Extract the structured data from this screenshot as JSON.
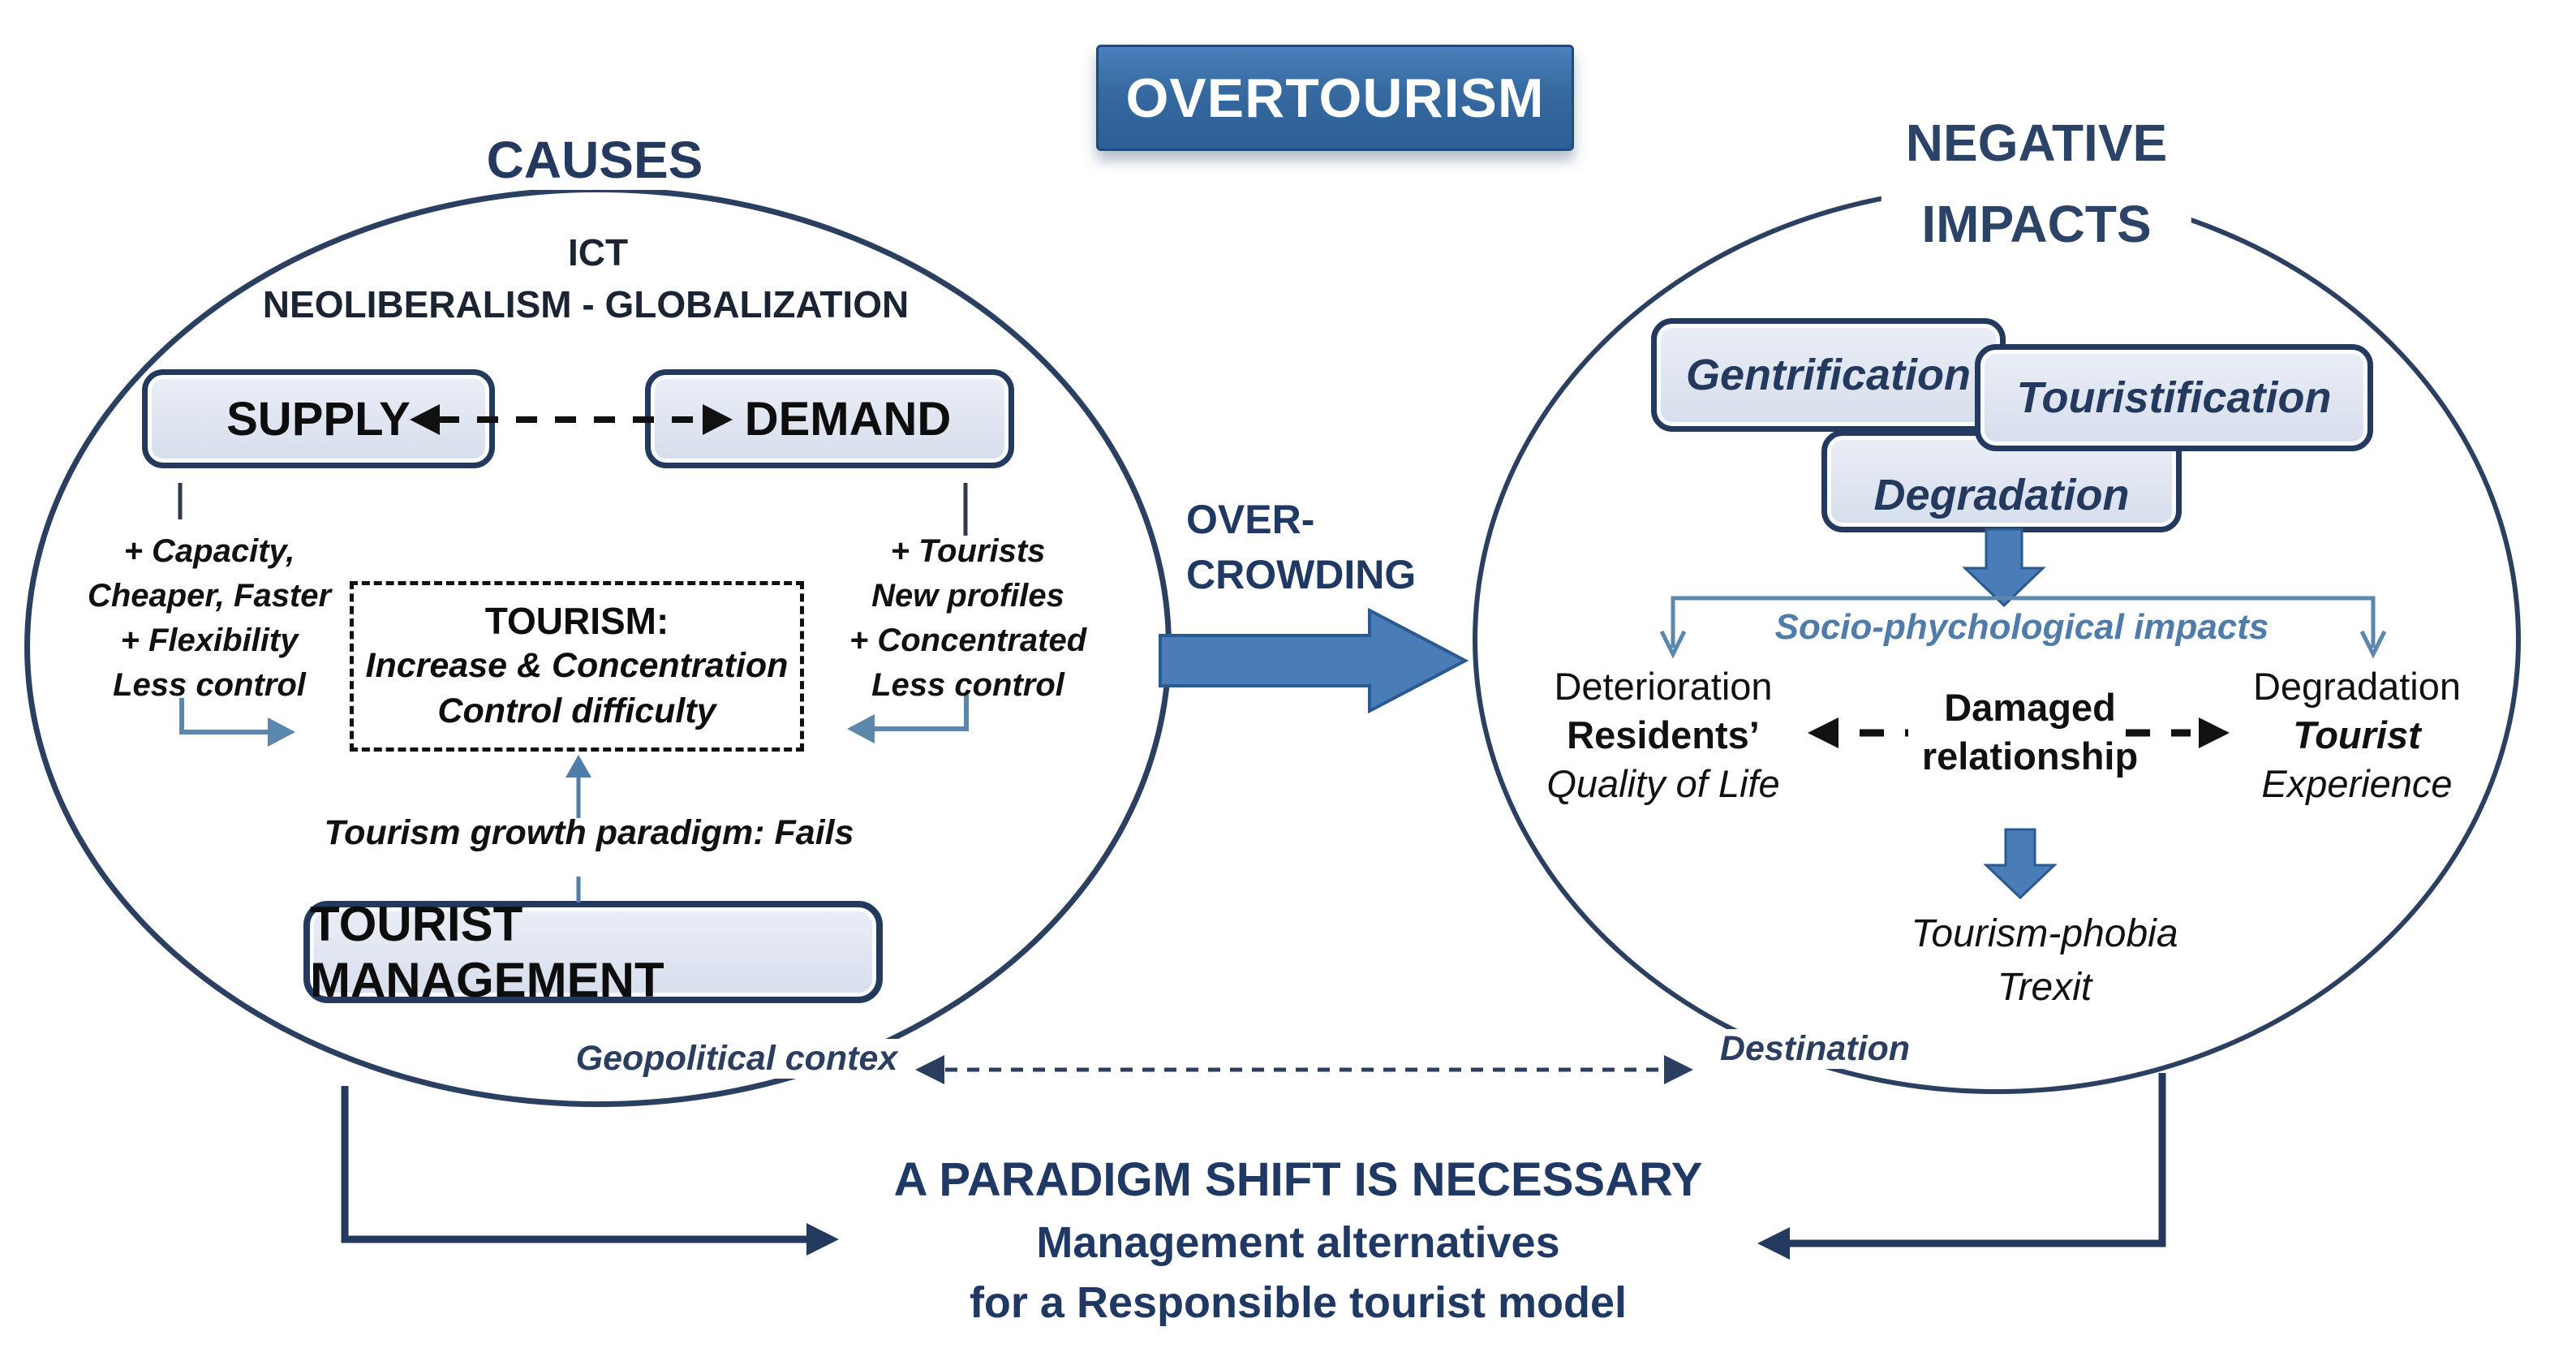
{
  "colors": {
    "navy": "#24395e",
    "heading_blue": "#1f3864",
    "steel_blue": "#5b87ad",
    "arrow_fill": "#4a7cb8",
    "box_fill": "#dbe3ef",
    "banner_blue": "#2e68ab",
    "text_black": "#111111"
  },
  "banner": {
    "label": "OVERTOURISM"
  },
  "causes": {
    "title": "CAUSES",
    "line1": "ICT",
    "line2": "NEOLIBERALISM - GLOBALIZATION",
    "supply": "SUPPLY",
    "demand": "DEMAND",
    "supply_notes": [
      "+ Capacity,",
      "Cheaper, Faster",
      "+ Flexibility",
      "Less control"
    ],
    "demand_notes": [
      "+ Tourists",
      "New profiles",
      "+ Concentrated",
      "Less control"
    ],
    "tourism_title": "TOURISM:",
    "tourism_line1": "Increase & Concentration",
    "tourism_line2": "Control difficulty",
    "paradigm_note": "Tourism growth paradigm: Fails",
    "management": "TOURIST MANAGEMENT",
    "context": "Geopolitical contex"
  },
  "center_flow": {
    "overcrowding_line1": "OVER-",
    "overcrowding_line2": "CROWDING"
  },
  "impacts": {
    "title_line1": "NEGATIVE",
    "title_line2": "IMPACTS",
    "box_gentrification": "Gentrification",
    "box_touristification": "Touristification",
    "box_degradation": "Degradation",
    "socio": "Socio-phychological impacts",
    "residents_line1": "Deterioration",
    "residents_line2": "Residents’",
    "residents_line3": "Quality of Life",
    "relationship_line1": "Damaged",
    "relationship_line2": "relationship",
    "tourist_line1": "Degradation",
    "tourist_line2": "Tourist",
    "tourist_line3": "Experience",
    "phobia_line1": "Tourism-phobia",
    "phobia_line2": "Trexit",
    "destination": "Destination"
  },
  "conclusion": {
    "line1": "A PARADIGM SHIFT IS NECESSARY",
    "line2": "Management alternatives",
    "line3": "for a Responsible tourist model"
  }
}
